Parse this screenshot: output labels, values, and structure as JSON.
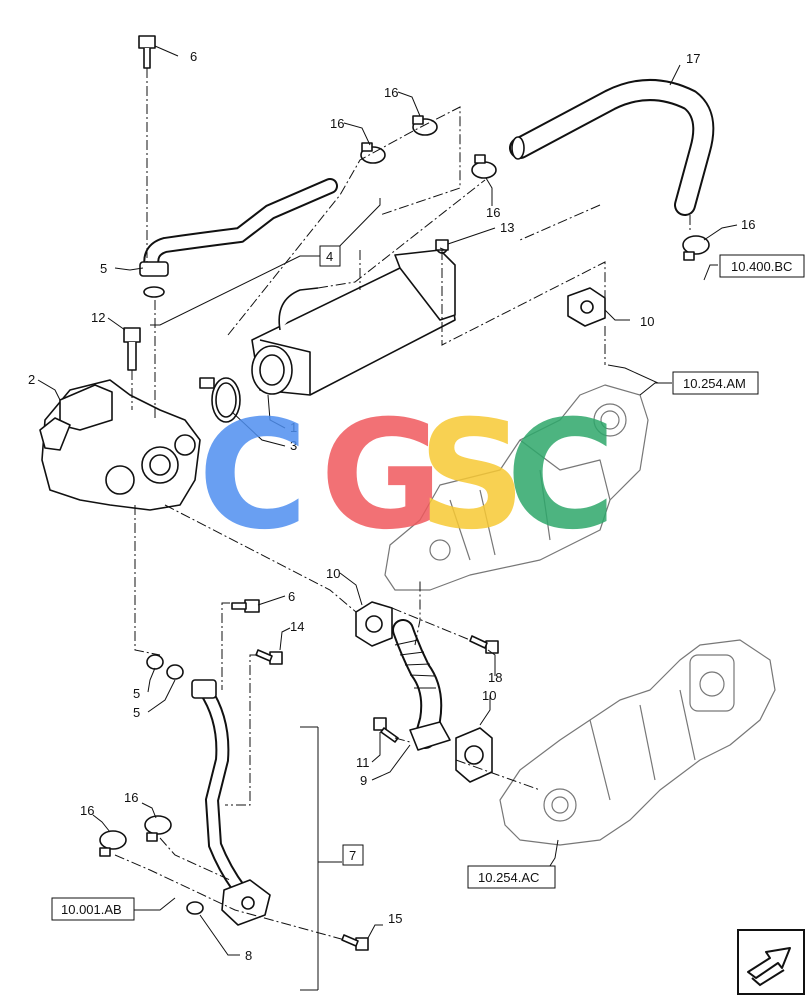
{
  "callouts": {
    "c6_top": "6",
    "c17": "17",
    "c16_a": "16",
    "c16_b": "16",
    "c16_c": "16",
    "c13": "13",
    "c16_d": "16",
    "c5_top": "5",
    "c4": "4",
    "c12": "12",
    "c10_top": "10",
    "c2": "2",
    "c1": "1",
    "c3": "3",
    "c10_mid": "10",
    "c6_mid": "6",
    "c14": "14",
    "c18": "18",
    "c5_a": "5",
    "c5_b": "5",
    "c10_low": "10",
    "c11": "11",
    "c9": "9",
    "c16_e": "16",
    "c16_f": "16",
    "c7": "7",
    "c8": "8",
    "c15": "15"
  },
  "references": {
    "ref_bc": "10.400.BC",
    "ref_am": "10.254.AM",
    "ref_ac": "10.254.AC",
    "ref_ab": "10.001.AB"
  },
  "watermark": {
    "letters": [
      "C",
      "G",
      "S",
      "C"
    ],
    "colors": [
      "#4f8ff0",
      "#f0595d",
      "#f7c934",
      "#2ea86b"
    ]
  },
  "nav_icon": "arrow-icon"
}
